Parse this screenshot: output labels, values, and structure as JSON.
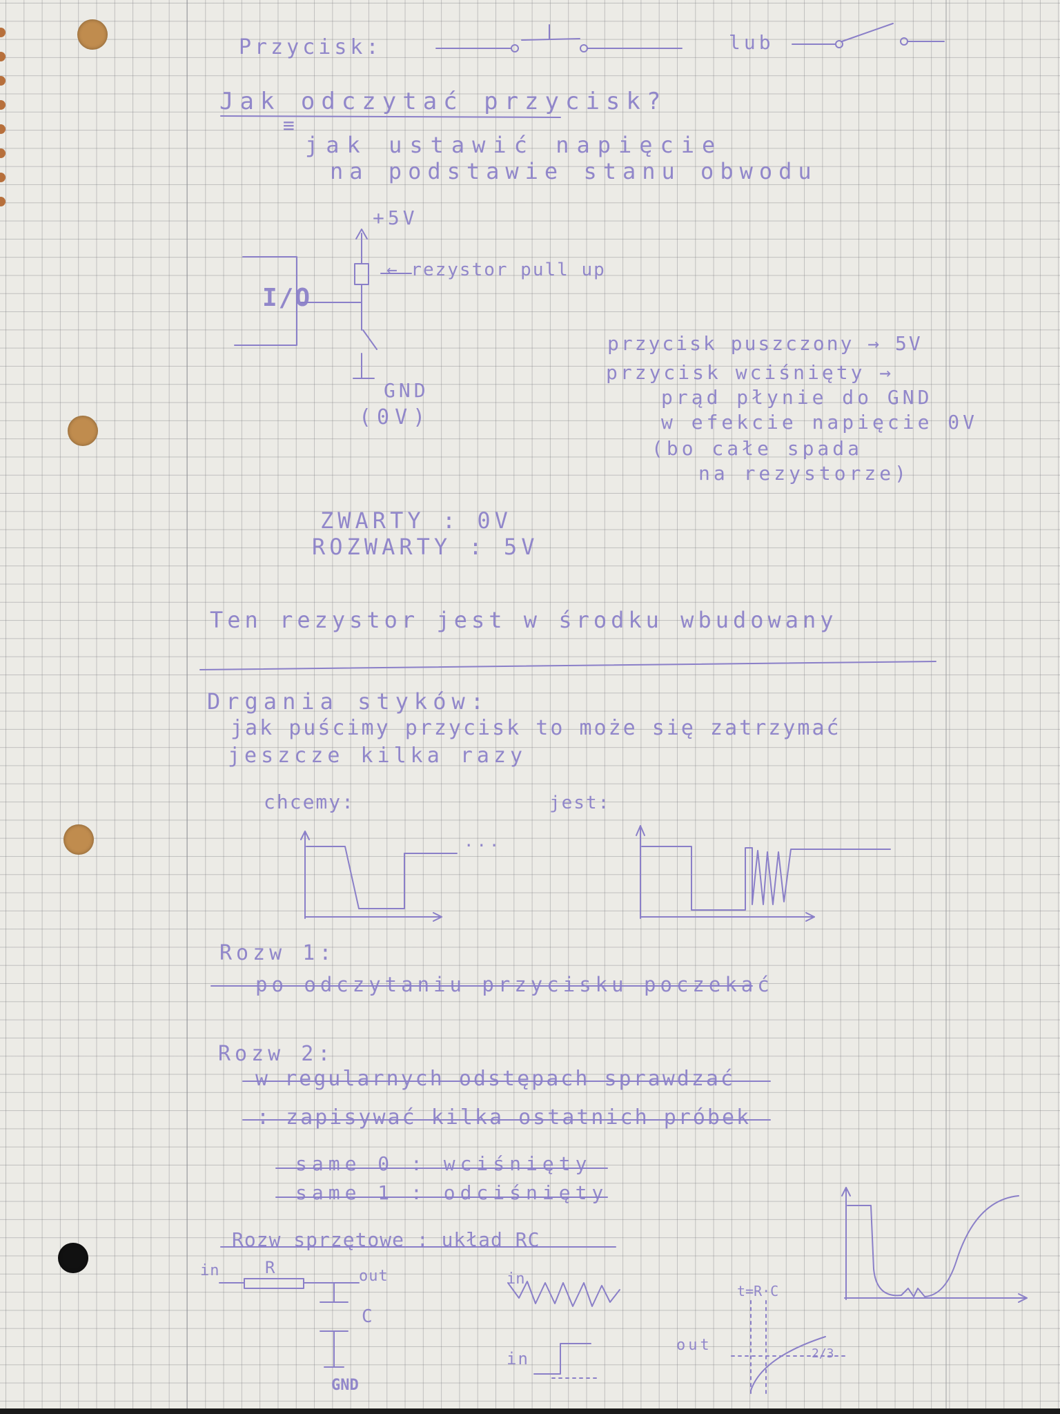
{
  "notes": {
    "przycisk": "Przycisk:",
    "lub": "lub",
    "question": "Jak odczytać przycisk?",
    "equiv": "≡",
    "answer_1": "jak ustawić napięcie",
    "answer_2": "na podstawie stanu obwodu",
    "label_5v": "+5V",
    "label_io": "I/O",
    "label_pullup": "← rezystor pull up",
    "label_gnd": "GND",
    "label_0v": "(0V)",
    "note_1": "przycisk puszczony → 5V",
    "note_2": "przycisk wciśnięty →",
    "note_3": "prąd płynie do GND",
    "note_4": "w efekcie napięcie 0V",
    "note_5": "(bo całe spada",
    "note_6": "na rezystorze)",
    "zwarty": "ZWARTY : 0V",
    "rozwarty": "ROZWARTY : 5V",
    "ten_rezystor": "Ten rezystor jest w środku wbudowany",
    "drgania": "Drgania styków:",
    "drgania_1": "jak puścimy przycisk to może się zatrzymać",
    "drgania_2": "jeszcze kilka razy",
    "chcemy": "chcemy:",
    "jest": "jest:",
    "ellipsis": "...",
    "rozw1": "Rozw 1:",
    "rozw1_text": "po odczytaniu przycisku poczekać",
    "rozw2": "Rozw 2:",
    "rozw2_text_1": "w regularnych odstępach sprawdzać",
    "rozw2_text_2": ": zapisywać kilka ostatnich próbek",
    "same0": "same 0 : wciśnięty",
    "same1": "same 1 : odciśnięty",
    "rozw_sprzetowe": "Rozw sprzętowe : układ RC",
    "rc_in": "in",
    "rc_r": "R",
    "rc_out": "out",
    "rc_c": "C",
    "rc_gnd": "GND",
    "in_wave": "in",
    "in_step": "in",
    "out_label": "out",
    "tau": "t=R·C",
    "frac": "2/3"
  },
  "colors": {
    "ink": "#8a7fc8",
    "paper": "#ecebe6",
    "grid": "#8a8a90",
    "hole": "#c08c4e"
  }
}
